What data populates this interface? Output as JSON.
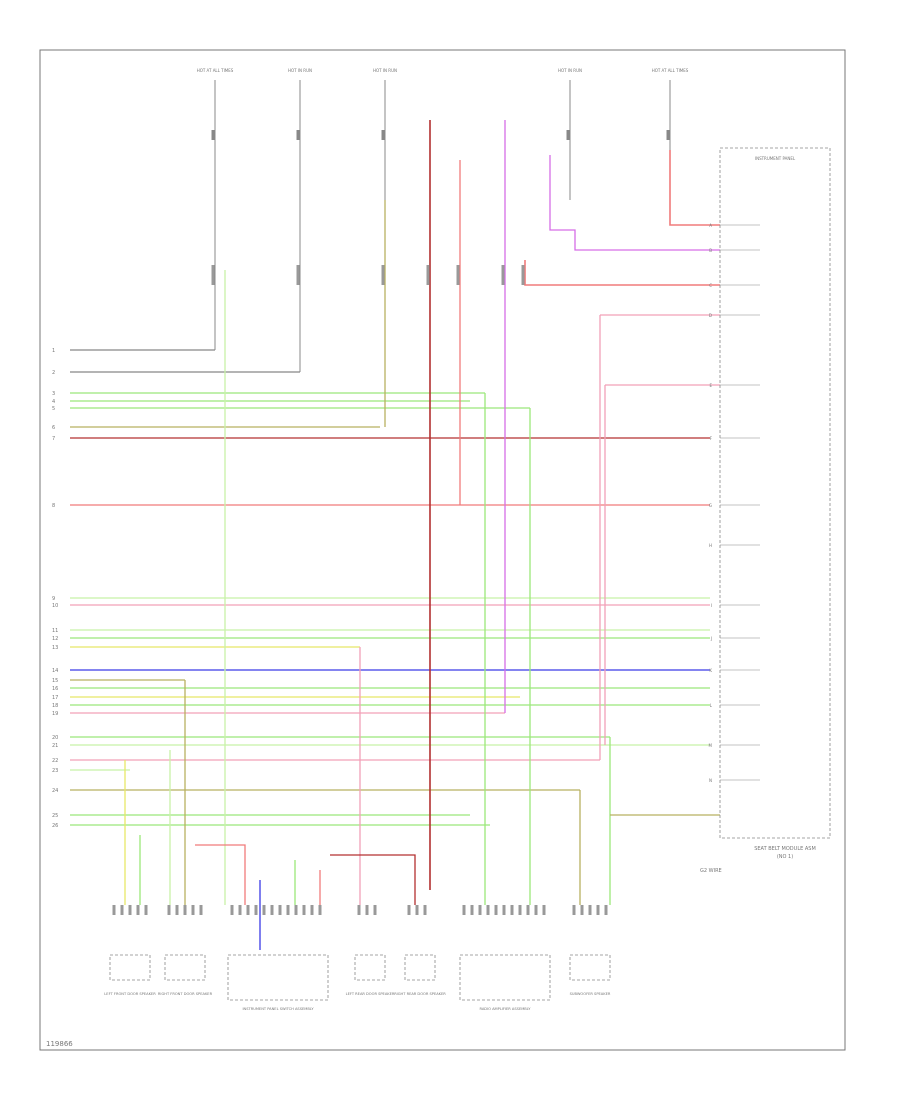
{
  "diagram": {
    "footer_id": "119866",
    "module_name": "SEAT BELT MODULE ASM",
    "module_sub": "(NO 1)",
    "ground_label": "G2 WIRE",
    "main_module": {
      "name": "INSTRUMENT PANEL",
      "terms": [
        "A",
        "B",
        "C",
        "D",
        "E",
        "F",
        "G",
        "H",
        "I",
        "J",
        "K",
        "L",
        "M",
        "N"
      ]
    },
    "left_row_numbers": [
      "1",
      "2",
      "3",
      "4",
      "5",
      "6",
      "7",
      "8",
      "9",
      "10",
      "11",
      "12",
      "13",
      "14",
      "15",
      "16",
      "17",
      "18",
      "19",
      "20",
      "21",
      "22",
      "23",
      "24",
      "25",
      "26"
    ],
    "fuse_labels": [
      "HOT AT ALL TIMES",
      "HOT IN RUN",
      "HOT IN RUN",
      "HOT IN RUN",
      "HOT AT ALL TIMES"
    ],
    "bottom_components": [
      "LEFT FRONT DOOR SPEAKER",
      "RIGHT FRONT DOOR SPEAKER",
      "INSTRUMENT PANEL SWITCH ASSEMBLY",
      "LEFT REAR DOOR SPEAKER",
      "RIGHT REAR DOOR SPEAKER",
      "RADIO AMPLIFIER ASSEMBLY",
      "SUBWOOFER SPEAKER"
    ],
    "colors": {
      "red": "#f07b7b",
      "darkred": "#b33030",
      "green": "#9be87a",
      "ltgreen": "#c8f2a8",
      "blue": "#3a3ae6",
      "magenta": "#d66ee6",
      "yellow": "#e8e868",
      "olive": "#b8b060",
      "pink": "#f2a0b8",
      "gray": "#888888"
    }
  }
}
